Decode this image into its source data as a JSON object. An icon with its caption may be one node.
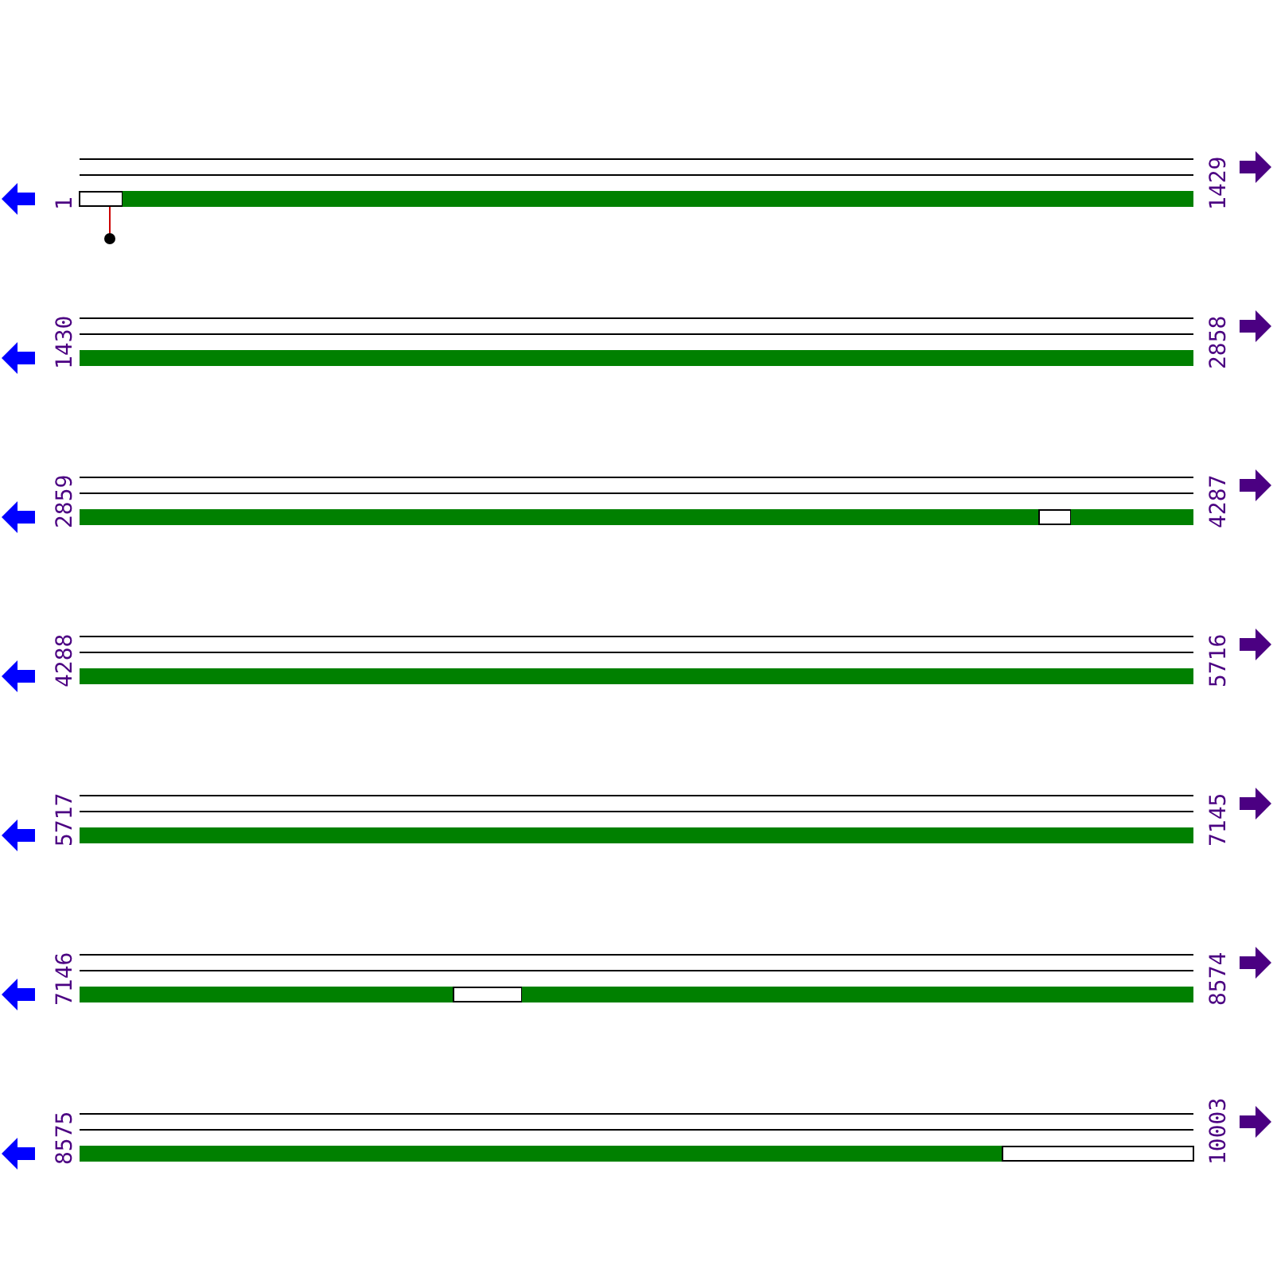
{
  "diagram": {
    "labels": [
      "1",
      "1429",
      "1430",
      "2858",
      "2859",
      "4287",
      "4288",
      "5716",
      "5717",
      "7145",
      "7146",
      "8574",
      "8575",
      "10003"
    ]
  }
}
